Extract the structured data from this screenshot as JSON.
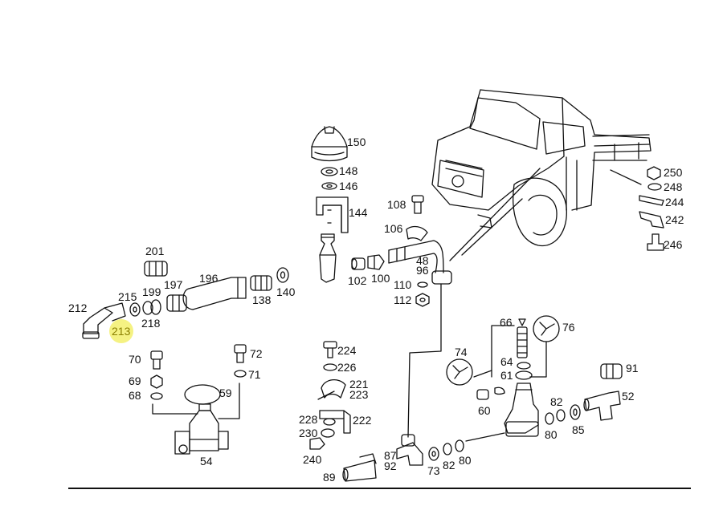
{
  "highlight": {
    "part": "213",
    "color": "#f2ee5a"
  },
  "labels": {
    "p150": "150",
    "p148": "148",
    "p146": "146",
    "p144": "144",
    "p108": "108",
    "p106": "106",
    "p48": "48",
    "p96": "96",
    "p110": "110",
    "p112": "112",
    "p102": "102",
    "p100": "100",
    "p201": "201",
    "p196": "196",
    "p215": "215",
    "p199": "199",
    "p197": "197",
    "p138": "138",
    "p140": "140",
    "p212": "212",
    "p213": "213",
    "p218": "218",
    "p70": "70",
    "p69": "69",
    "p68": "68",
    "p72": "72",
    "p71": "71",
    "p59": "59",
    "p54": "54",
    "p224": "224",
    "p226": "226",
    "p221": "221",
    "p223": "223",
    "p228": "228",
    "p222": "222",
    "p230": "230",
    "p240": "240",
    "p89": "89",
    "p87": "87",
    "p92": "92",
    "p73": "73",
    "p82a": "82",
    "p80a": "80",
    "p74": "74",
    "p66": "66",
    "p76": "76",
    "p64": "64",
    "p61": "61",
    "p60": "60",
    "p82b": "82",
    "p80b": "80",
    "p85": "85",
    "p52": "52",
    "p91": "91",
    "p250": "250",
    "p248": "248",
    "p244": "244",
    "p242": "242",
    "p246": "246"
  }
}
